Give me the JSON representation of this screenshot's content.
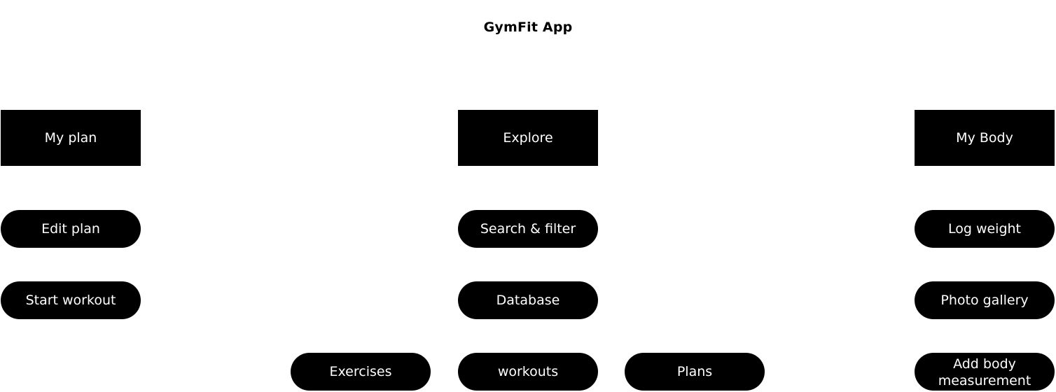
{
  "title": "GymFit App",
  "sections": {
    "my_plan": {
      "label": "My plan",
      "items": [
        "Edit plan",
        "Start workout"
      ]
    },
    "explore": {
      "label": "Explore",
      "items": [
        "Search & filter",
        "Database"
      ],
      "database_children": [
        "Exercises",
        "workouts",
        "Plans"
      ]
    },
    "my_body": {
      "label": "My Body",
      "items": [
        "Log weight",
        "Photo gallery",
        "Add body measurement"
      ]
    }
  }
}
